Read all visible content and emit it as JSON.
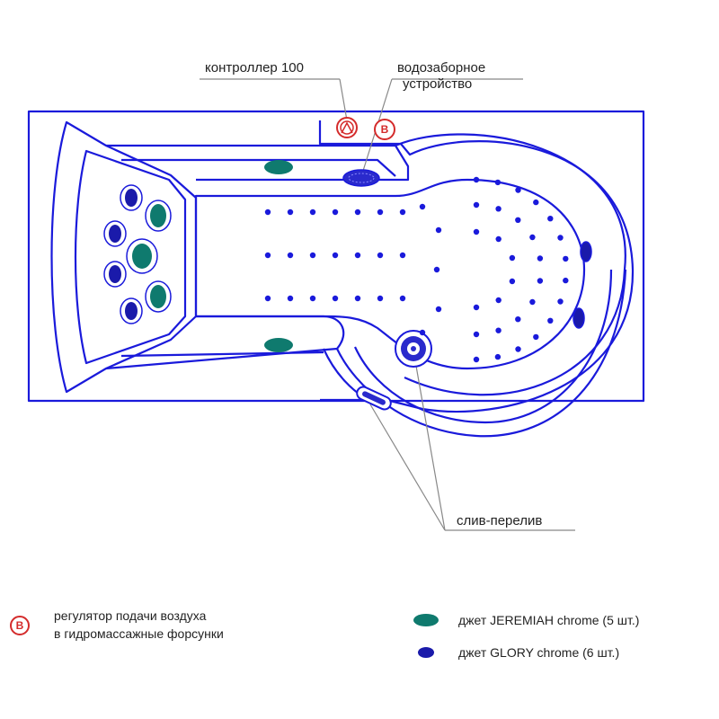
{
  "callouts": {
    "controller": "контроллер 100",
    "intake_line1": "водозаборное",
    "intake_line2": "устройство",
    "drain": "слив-перелив"
  },
  "legend": {
    "air_regulator_badge": "B",
    "air_regulator_line1": "регулятор подачи воздуха",
    "air_regulator_line2": "в гидромассажные форсунки",
    "jet_jeremiah": "джет JEREMIAH chrome (5 шт.)",
    "jet_glory": "джет GLORY chrome (6 шт.)"
  },
  "badges": {
    "air_regulator": "B"
  },
  "colors": {
    "outline": "#1a1adb",
    "jeremiah_jet": "#0f7a6e",
    "glory_jet": "#1a1aaa",
    "air_regulator": "#d42b2b",
    "leader_line": "#888888"
  }
}
